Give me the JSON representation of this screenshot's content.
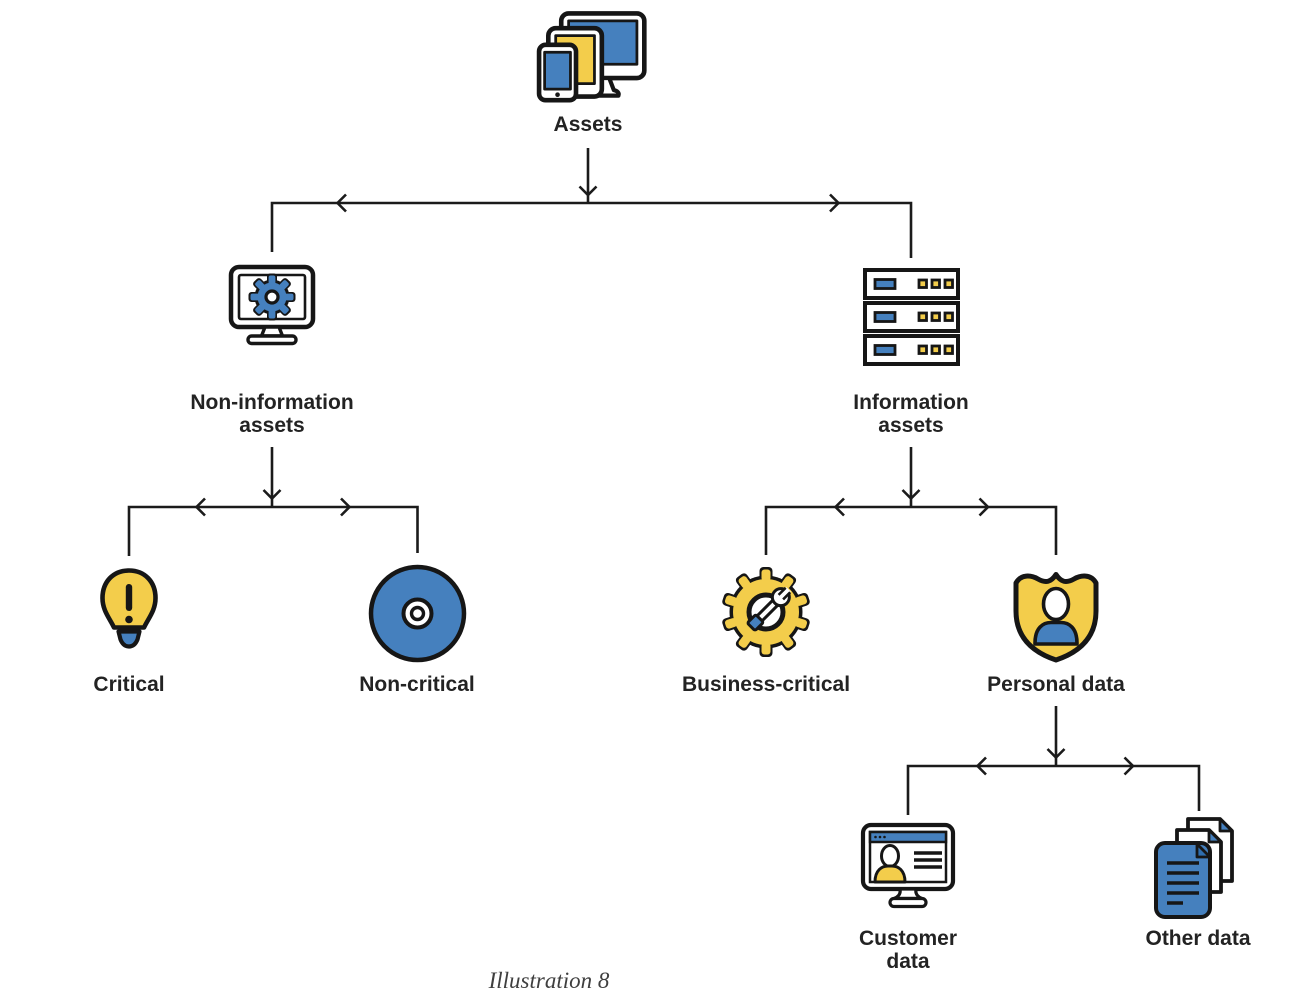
{
  "caption": "Illustration 8",
  "colors": {
    "blue": "#4580BE",
    "yellow": "#F3CD4B",
    "outline": "#161616",
    "line": "#1B1B1B",
    "text": "#232323"
  },
  "nodes": {
    "assets": {
      "label": "Assets",
      "icon": "devices-icon"
    },
    "non_information": {
      "label": "Non-information assets",
      "icon": "monitor-gear-icon"
    },
    "information": {
      "label": "Information assets",
      "icon": "server-stack-icon"
    },
    "critical": {
      "label": "Critical",
      "icon": "lightbulb-alert-icon"
    },
    "non_critical": {
      "label": "Non-critical",
      "icon": "disc-icon"
    },
    "business_critical": {
      "label": "Business-critical",
      "icon": "gear-wrench-icon"
    },
    "personal_data": {
      "label": "Personal data",
      "icon": "shield-person-icon"
    },
    "customer_data": {
      "label": "Customer data",
      "icon": "monitor-profile-icon"
    },
    "other_data": {
      "label": "Other data",
      "icon": "documents-icon"
    }
  },
  "edges": [
    {
      "from": "assets",
      "to": "non_information"
    },
    {
      "from": "assets",
      "to": "information"
    },
    {
      "from": "non_information",
      "to": "critical"
    },
    {
      "from": "non_information",
      "to": "non_critical"
    },
    {
      "from": "information",
      "to": "business_critical"
    },
    {
      "from": "information",
      "to": "personal_data"
    },
    {
      "from": "personal_data",
      "to": "customer_data"
    },
    {
      "from": "personal_data",
      "to": "other_data"
    }
  ]
}
